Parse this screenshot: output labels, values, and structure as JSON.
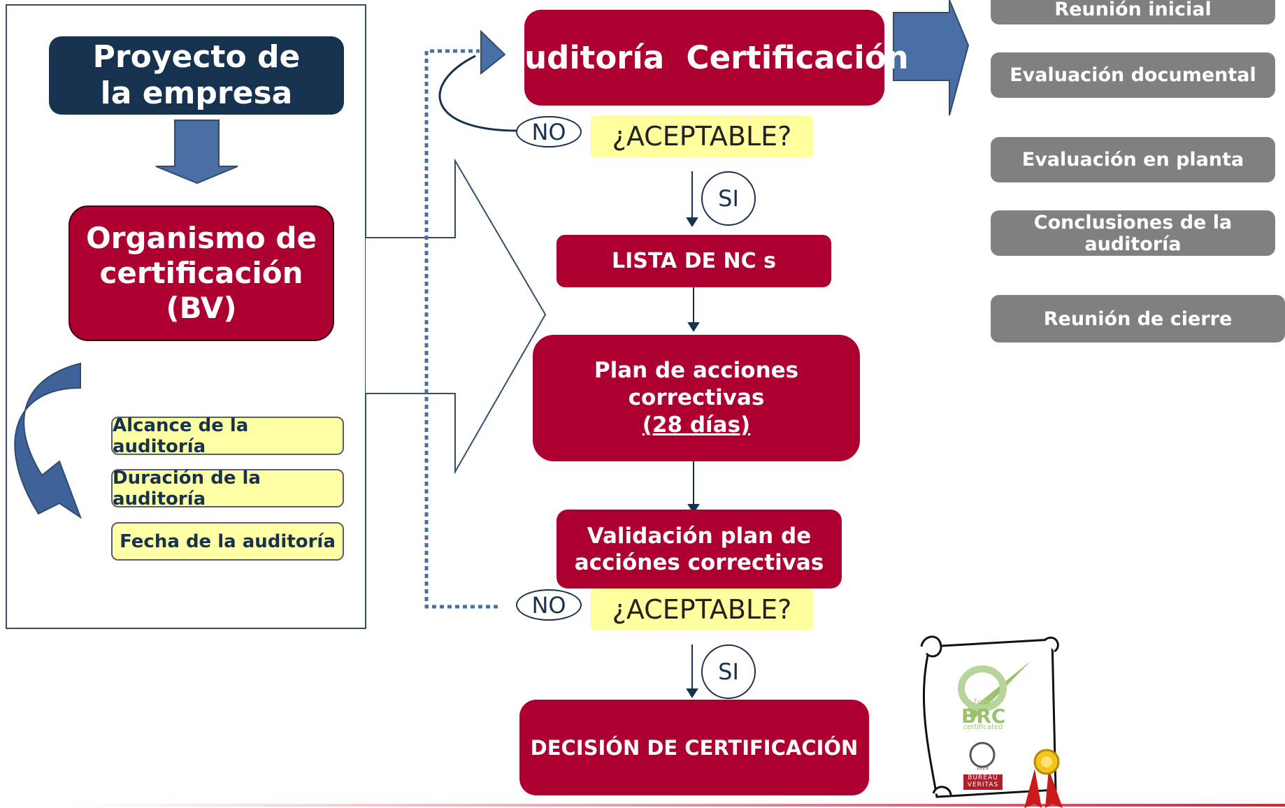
{
  "left": {
    "project": [
      "Proyecto de",
      "la empresa"
    ],
    "organism": [
      "Organismo de",
      "certificación (BV)"
    ],
    "details": [
      "Alcance de la auditoría",
      "Duración de la auditoría",
      "Fecha de la auditoría"
    ]
  },
  "flow": {
    "audit": "Auditoría  Certificación",
    "acceptable_1": "¿ACEPTABLE?",
    "no_1": "NO",
    "si_1": "SI",
    "nc_list": "LISTA DE NC s",
    "plan_line1": "Plan de acciones",
    "plan_line2": "correctivas",
    "plan_days": "(28 días)",
    "validation_line1": "Validación plan de",
    "validation_line2": "acciónes correctivas",
    "acceptable_2": "¿ACEPTABLE?",
    "no_2": "NO",
    "si_2": "SI",
    "decision": "DECISIÓN DE CERTIFICACIÓN"
  },
  "audit_steps": [
    "Reunión inicial",
    "Evaluación documental",
    "Evaluación en planta",
    "Conclusiones de la auditoría",
    "Reunión de cierre"
  ],
  "certificate": {
    "brc_food": "food",
    "brc": "BRC",
    "brc_certificated": "certificated",
    "bv_line1": "BUREAU",
    "bv_line2": "VERITAS",
    "bv_year": "1828"
  },
  "colors": {
    "red": "#ae0030",
    "navy": "#17324f",
    "arrow_blue": "#4a6fa5",
    "yellow": "#ffffa3",
    "gray": "#808080"
  }
}
